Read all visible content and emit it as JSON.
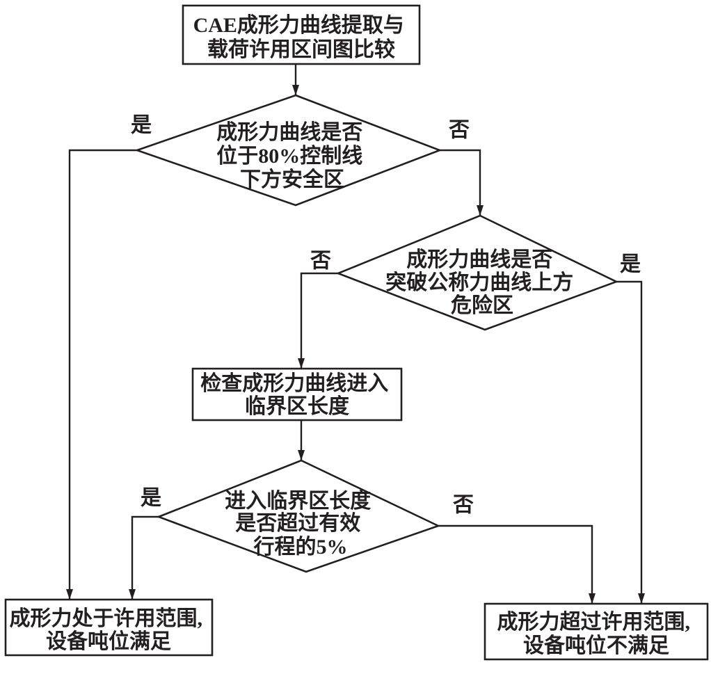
{
  "colors": {
    "line": "#231f20",
    "background": "#ffffff"
  },
  "nodes": {
    "start": {
      "lines": [
        "CAE成形力曲线提取与",
        "载荷许用区间图比较"
      ]
    },
    "decision_safe_zone": {
      "lines": [
        "成形力曲线是否",
        "位于80%控制线",
        "下方安全区"
      ]
    },
    "decision_danger_zone": {
      "lines": [
        "成形力曲线是否",
        "突破公称力曲线上方",
        "危险区"
      ]
    },
    "check_length": {
      "lines": [
        "检查成形力曲线进入",
        "临界区长度"
      ]
    },
    "decision_length": {
      "lines": [
        "进入临界区长度",
        "是否超过有效",
        "行程的5%"
      ]
    },
    "result_ok": {
      "lines": [
        "成形力处于许用范围,",
        "设备吨位满足"
      ]
    },
    "result_fail": {
      "lines": [
        "成形力超过许用范围,",
        "设备吨位不满足"
      ]
    }
  },
  "edge_labels": {
    "safe_zone_yes": "是",
    "safe_zone_no": "否",
    "danger_zone_no": "否",
    "danger_zone_yes": "是",
    "length_yes": "是",
    "length_no": "否"
  }
}
